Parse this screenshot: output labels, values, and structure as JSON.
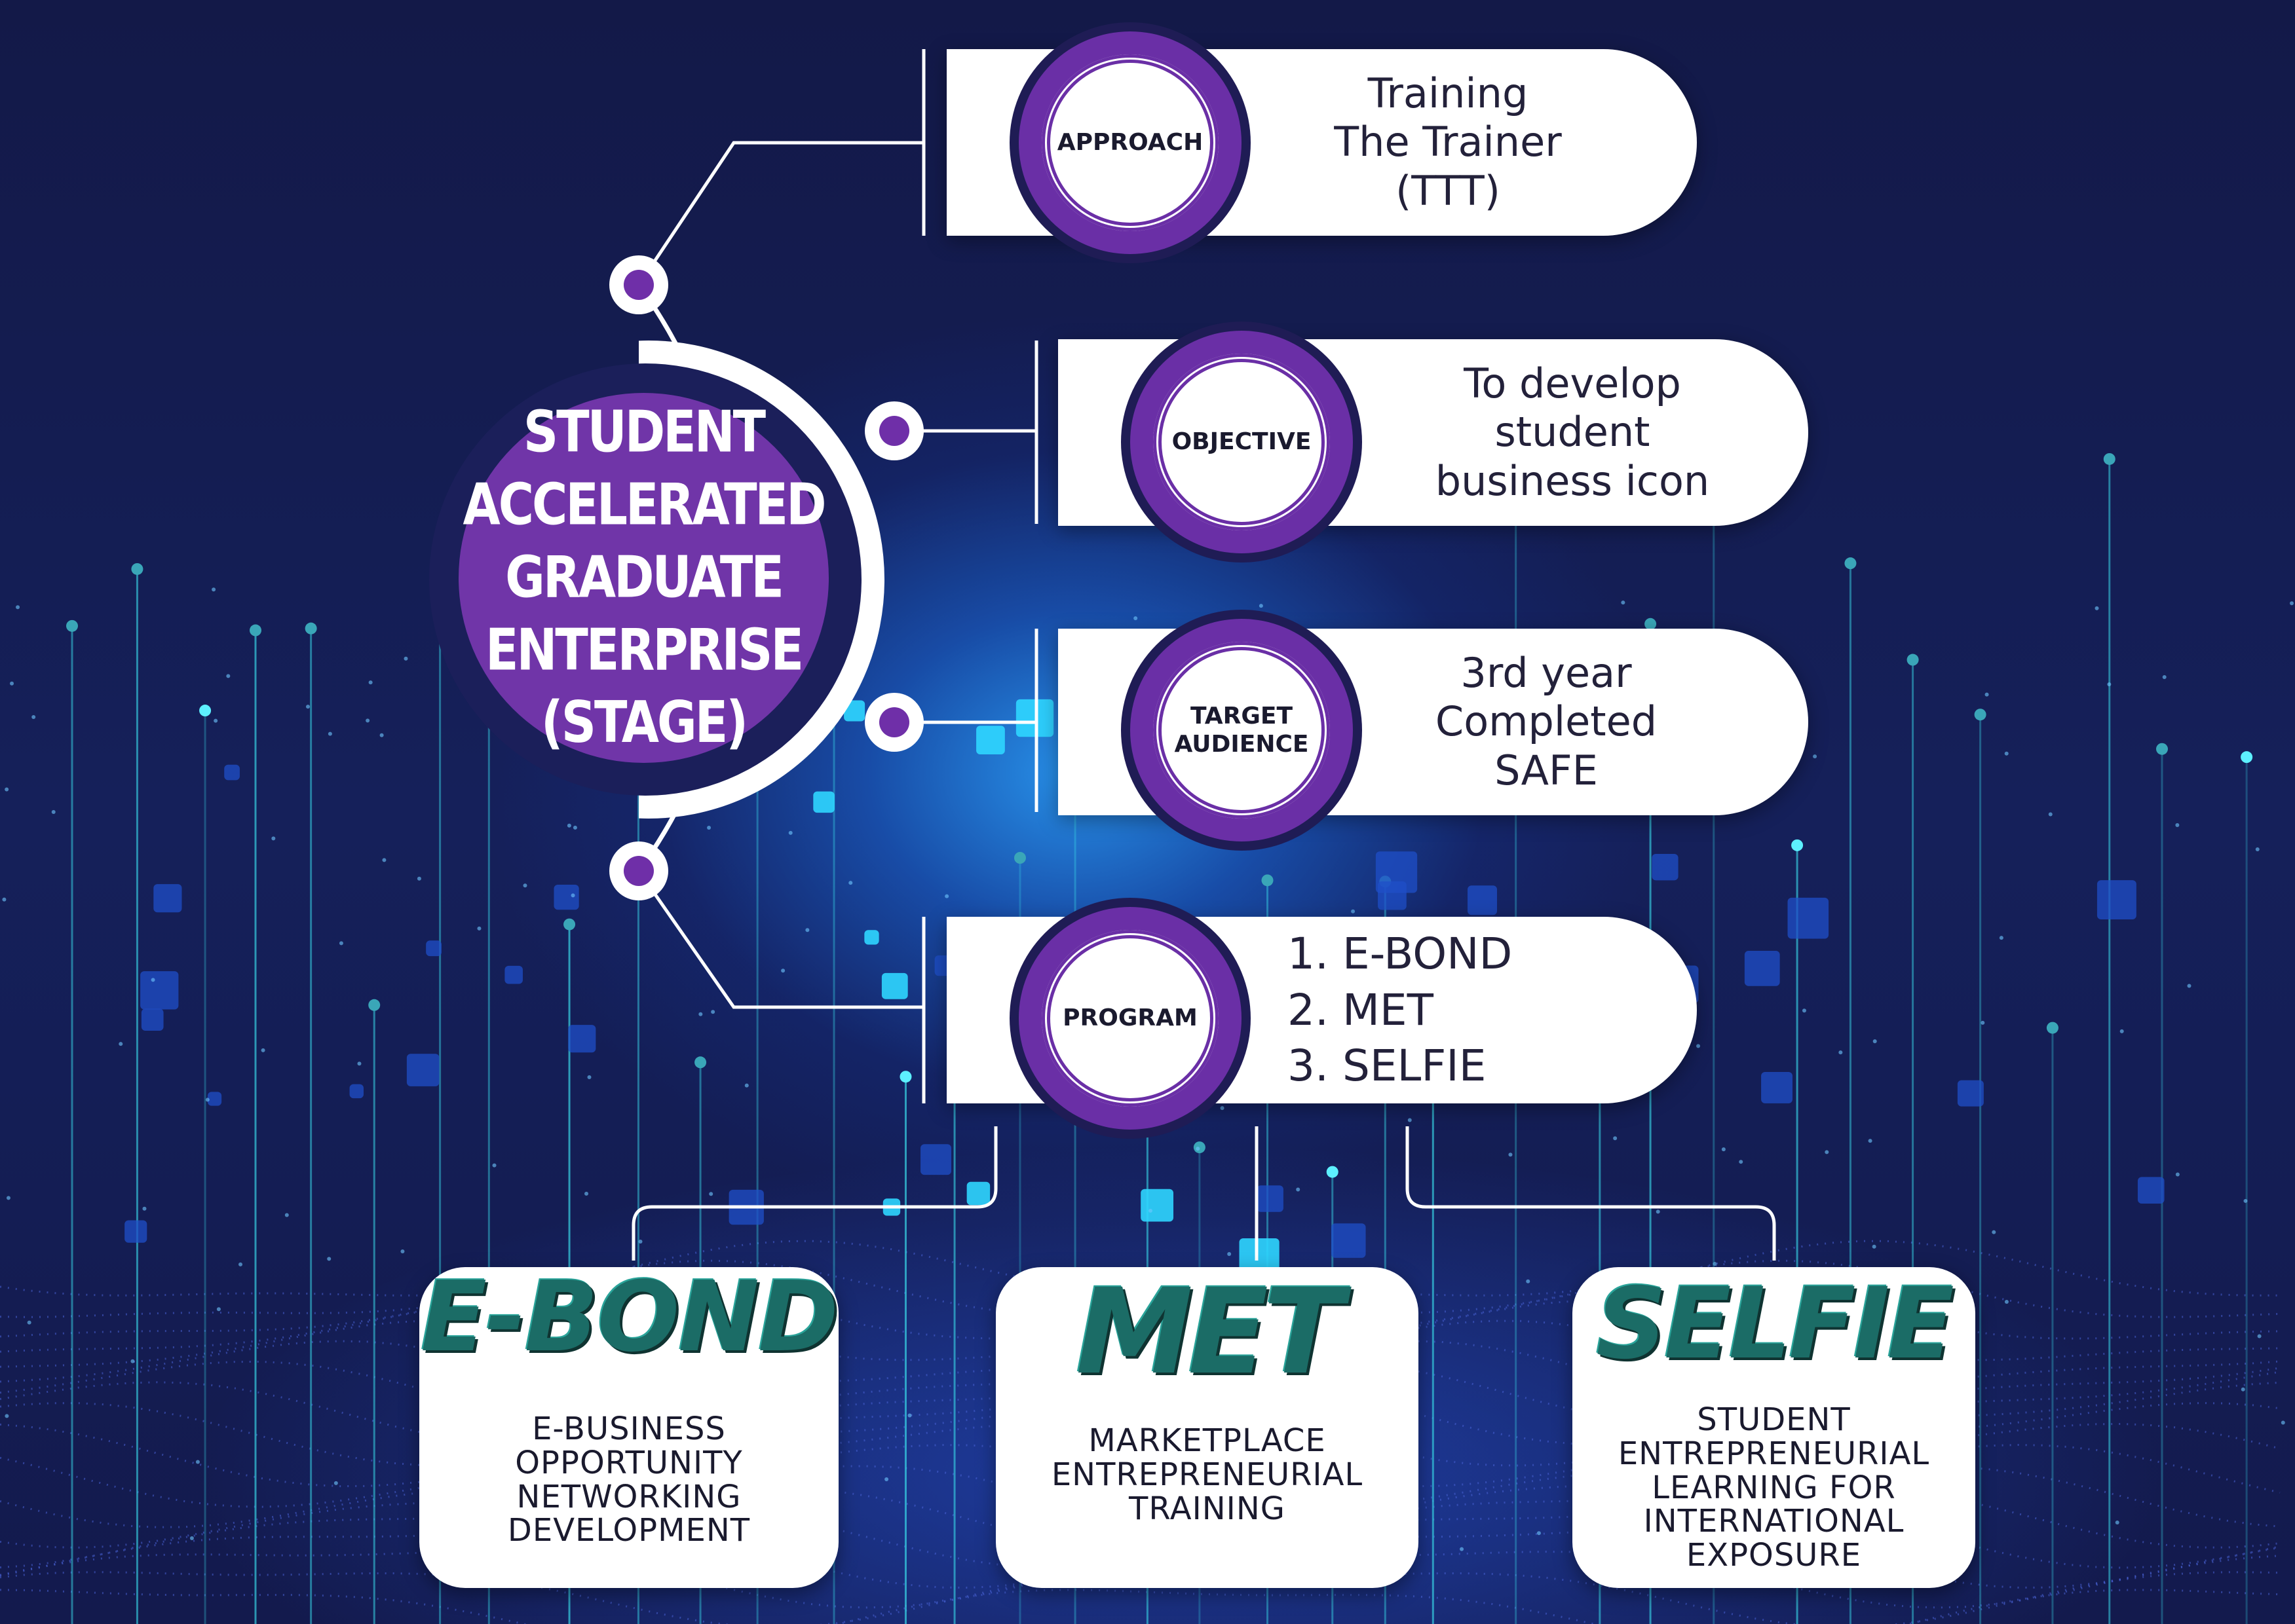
{
  "hub": {
    "title": "STUDENT\nACCELERATED\nGRADUATE\nENTERPRISE\n(STAGE)"
  },
  "branches": [
    {
      "badge": "APPROACH",
      "lines": [
        "Training",
        "The Trainer",
        "(TTT)"
      ]
    },
    {
      "badge": "OBJECTIVE",
      "lines": [
        "To develop",
        "student",
        "business icon"
      ]
    },
    {
      "badge": "TARGET\nAUDIENCE",
      "lines": [
        "3rd year",
        "Completed",
        "SAFE"
      ]
    },
    {
      "badge": "PROGRAM",
      "lines": [
        "1. E-BOND",
        "2. MET",
        "3. SELFIE"
      ]
    }
  ],
  "programs": [
    {
      "name": "E-BOND",
      "desc": [
        "E-BUSINESS",
        "OPPORTUNITY",
        "NETWORKING",
        "DEVELOPMENT"
      ]
    },
    {
      "name": "MET",
      "desc": [
        "MARKETPLACE",
        "ENTREPRENEURIAL",
        "TRAINING"
      ]
    },
    {
      "name": "SELFIE",
      "desc": [
        "STUDENT",
        "ENTREPRENEURIAL",
        "LEARNING FOR",
        "INTERNATIONAL",
        "EXPOSURE"
      ]
    }
  ],
  "colors": {
    "purple": "#6a2fa6",
    "navy": "#141a4d",
    "teal": "#1b6c66",
    "line_cyan": "#39d8e8"
  }
}
